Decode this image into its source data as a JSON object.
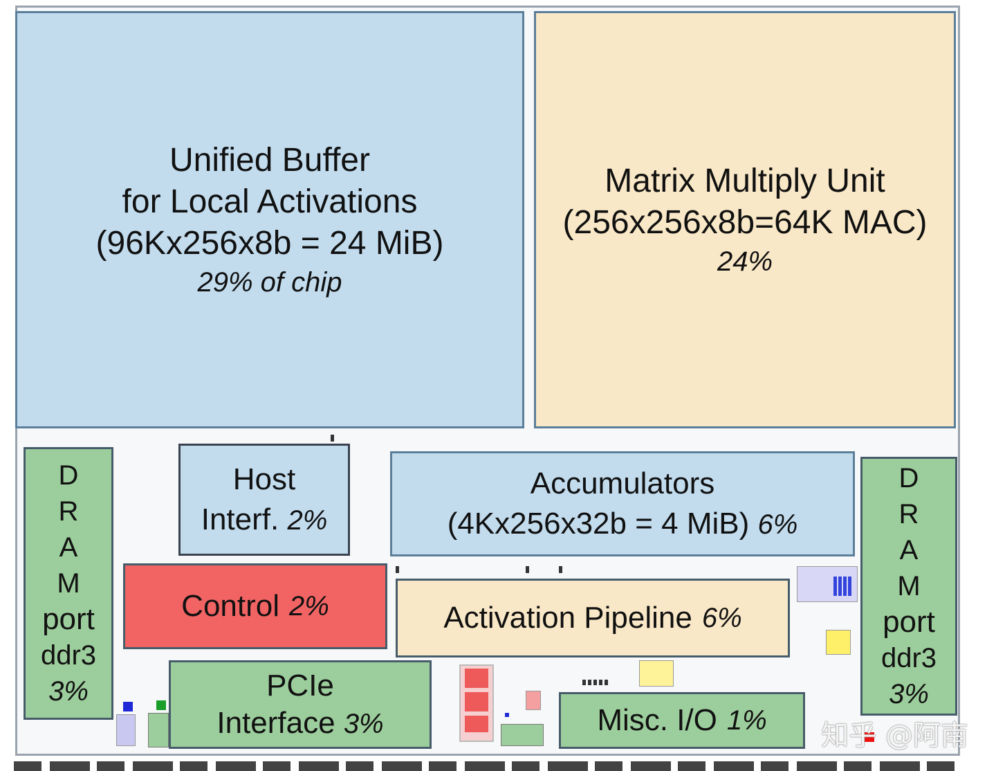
{
  "blocks": {
    "unified_buffer": {
      "line1": "Unified Buffer",
      "line2": "for Local Activations",
      "line3": "(96Kx256x8b = 24 MiB)",
      "pct": "29% of chip"
    },
    "matrix_unit": {
      "line1": "Matrix Multiply Unit",
      "line2": "(256x256x8b=64K MAC)",
      "pct": "24%"
    },
    "host_interface": {
      "line1": "Host",
      "line2": "Interf.",
      "pct": "2%"
    },
    "accumulators": {
      "line1": "Accumulators",
      "line2": "(4Kx256x32b = 4 MiB)",
      "pct": "6%"
    },
    "control": {
      "label": "Control",
      "pct": "2%"
    },
    "activation_pipeline": {
      "label": "Activation Pipeline",
      "pct": "6%"
    },
    "pcie": {
      "line1": "PCIe",
      "line2": "Interface",
      "pct": "3%"
    },
    "misc_io": {
      "label": "Misc. I/O",
      "pct": "1%"
    },
    "dram_left": {
      "letters": [
        "D",
        "R",
        "A",
        "M"
      ],
      "line1": "port",
      "line2": "ddr3",
      "pct": "3%"
    },
    "dram_right": {
      "letters": [
        "D",
        "R",
        "A",
        "M"
      ],
      "line1": "port",
      "line2": "ddr3",
      "pct": "3%"
    }
  },
  "watermark": "知乎 @阿南",
  "colors": {
    "blue": "#c2dcee",
    "tan": "#f9e8c7",
    "green": "#9ccd9c",
    "red": "#f26464"
  }
}
